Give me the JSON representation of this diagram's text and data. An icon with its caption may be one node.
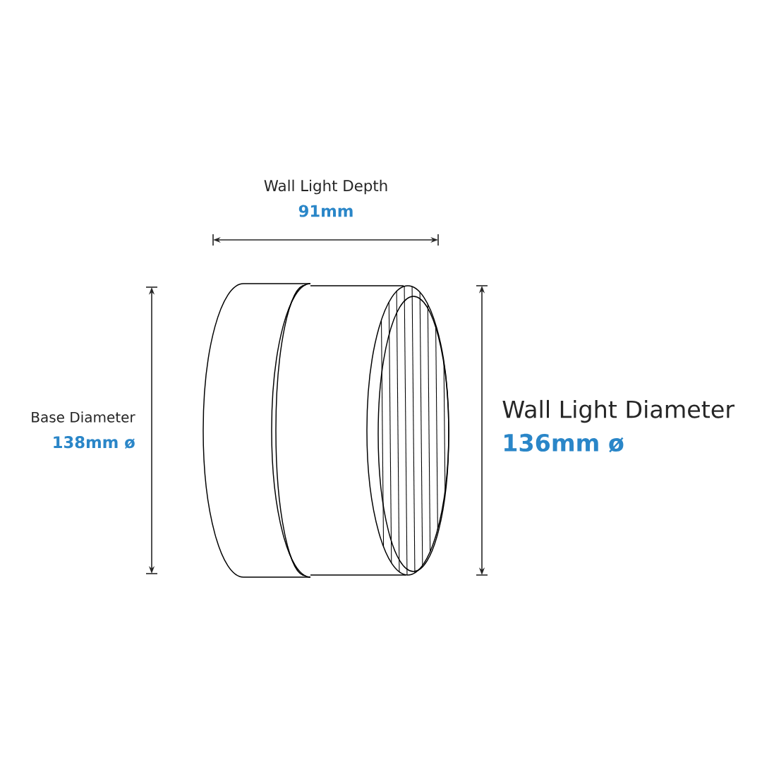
{
  "diagram": {
    "labels": [
      "Wall Light Depth",
      "91mm",
      "Base Diameter",
      "138mm ø",
      "Wall Light Diameter",
      "136mm ø"
    ]
  }
}
